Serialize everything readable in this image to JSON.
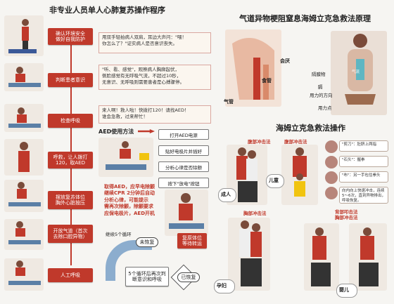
{
  "left": {
    "title": "非专业人员单人心肺复苏操作程序",
    "steps": [
      "确认环境安全\n做好自我防护",
      "判断患者意识",
      "检查呼吸",
      "呼救，让人拨打\n120，取AED",
      "摆放复苏体位\n胸外心脏按压",
      "开放气道（首次\n去除口腔异物）",
      "人工呼吸"
    ],
    "notes": [
      "用双手轻拍病人双肩，耳边大声问：\"喂！\n你怎么了？\"证实病人是否意识丧失。",
      "\"听、看、感觉\"，观察病人胸廓起伏，\n侧脸感觉有无呼吸气流，不超过10秒，\n无意识、无呼吸则需要患者是心搏骤停。",
      "来人啊！救人啦！快拨打120！请找AED！\n谁会急救，过来帮忙！"
    ],
    "aed": {
      "title": "AED使用方法",
      "steps": [
        "打开AED电源",
        "贴好电极片并插好",
        "分析心律是否除颤",
        "按下\"放电\"按钮"
      ],
      "tip": "取得AED，应早电除颤\n继续CPR 2分钟后自动\n分析心律，可能提示\n需再次除颤，除颤要求\n应保电极片，AED开机"
    },
    "loop": {
      "continue": "继续5个循环",
      "not_recovered": "未恢复",
      "five_cycles": "5个循环后再次判\n断意识和呼吸",
      "recovered": "已恢复",
      "recovery_box": "复原体位\n等待转运"
    }
  },
  "right_top": {
    "title": "气道异物梗阻窒息海姆立克急救法原理",
    "labels": [
      "会厌",
      "食管",
      "气管",
      "隔膜物",
      "膈",
      "用力的方向",
      "用力点",
      "气流"
    ]
  },
  "right_bottom": {
    "title": "海姆立克急救法操作",
    "sub_belly": "腹部冲击法",
    "sub_chest": "胸部冲击法",
    "sub_back": "背部叩击法\n胸部冲击法",
    "adult": "成人",
    "child": "儿童",
    "pregnant": "孕妇",
    "infant": "婴儿",
    "tips": [
      "\"剪刀\"：肚脐上两指",
      "\"石头\"：握拳",
      "\"布\"：另一手包住拳头",
      "向内向上快速冲击，连续5～6次，直到异物排出，呼吸恢复。"
    ]
  }
}
